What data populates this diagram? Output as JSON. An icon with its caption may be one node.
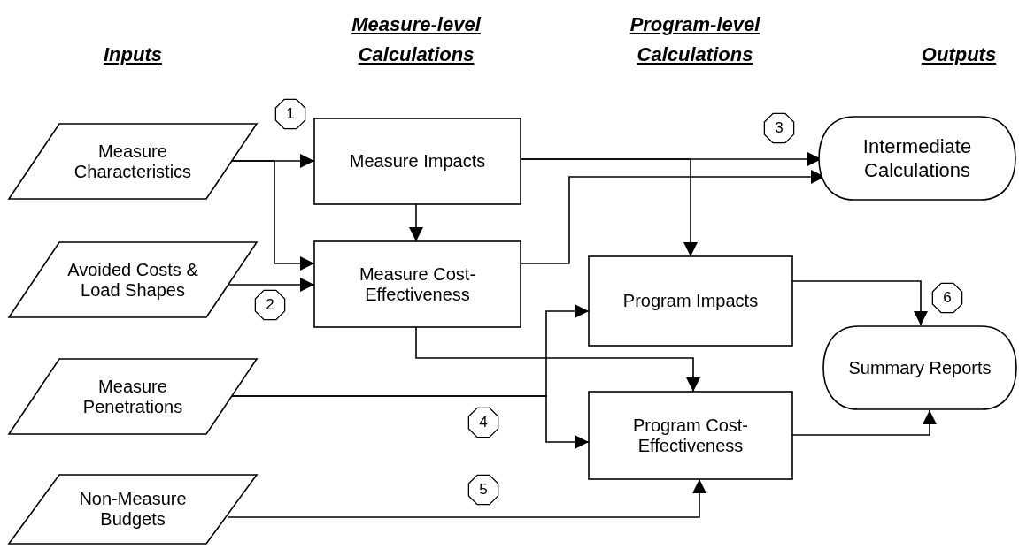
{
  "diagram": {
    "nodes": [
      {
        "text": [
          "Measure Characteristics"
        ]
      },
      {
        "text": [
          "Avoided Costs & Load Shapes"
        ]
      },
      {
        "text": [
          "Measure Penetrations"
        ]
      },
      {
        "text": [
          "Non-Measure Budgets"
        ]
      },
      {
        "text": [
          "Measure Impacts"
        ]
      },
      {
        "text": [
          "Measure Cost-Effectiveness"
        ]
      },
      {
        "text": [
          "Program Impacts"
        ]
      },
      {
        "text": [
          "Program Cost-Effectiveness"
        ]
      },
      {
        "text": [
          "Intermediate Calculations"
        ]
      },
      {
        "text": [
          "Summary Reports"
        ]
      }
    ],
    "edges": [
      {
        "from": 0,
        "to": 4,
        "arrow": "to"
      },
      {
        "from": 0,
        "to": 5,
        "arrow": "to"
      },
      {
        "from": 1,
        "to": 5,
        "arrow": "to"
      },
      {
        "from": 4,
        "to": 5,
        "arrow": "to"
      },
      {
        "from": 4,
        "to": 8,
        "arrow": "to"
      },
      {
        "from": 4,
        "to": 6,
        "arrow": "to"
      },
      {
        "from": 5,
        "to": 8,
        "arrow": "to"
      },
      {
        "from": 5,
        "to": 7,
        "arrow": "to"
      },
      {
        "from": 2,
        "to": 6,
        "arrow": "to"
      },
      {
        "from": 2,
        "to": 7,
        "arrow": "to"
      },
      {
        "from": 3,
        "to": 7,
        "arrow": "to"
      },
      {
        "from": 6,
        "to": 9,
        "arrow": "to"
      },
      {
        "from": 7,
        "to": 9,
        "arrow": "to"
      }
    ],
    "labels": [
      "Inputs",
      "Measure-level Calculations",
      "Program-level Calculations",
      "Outputs",
      "1",
      "2",
      "3",
      "4",
      "5",
      "6"
    ]
  }
}
